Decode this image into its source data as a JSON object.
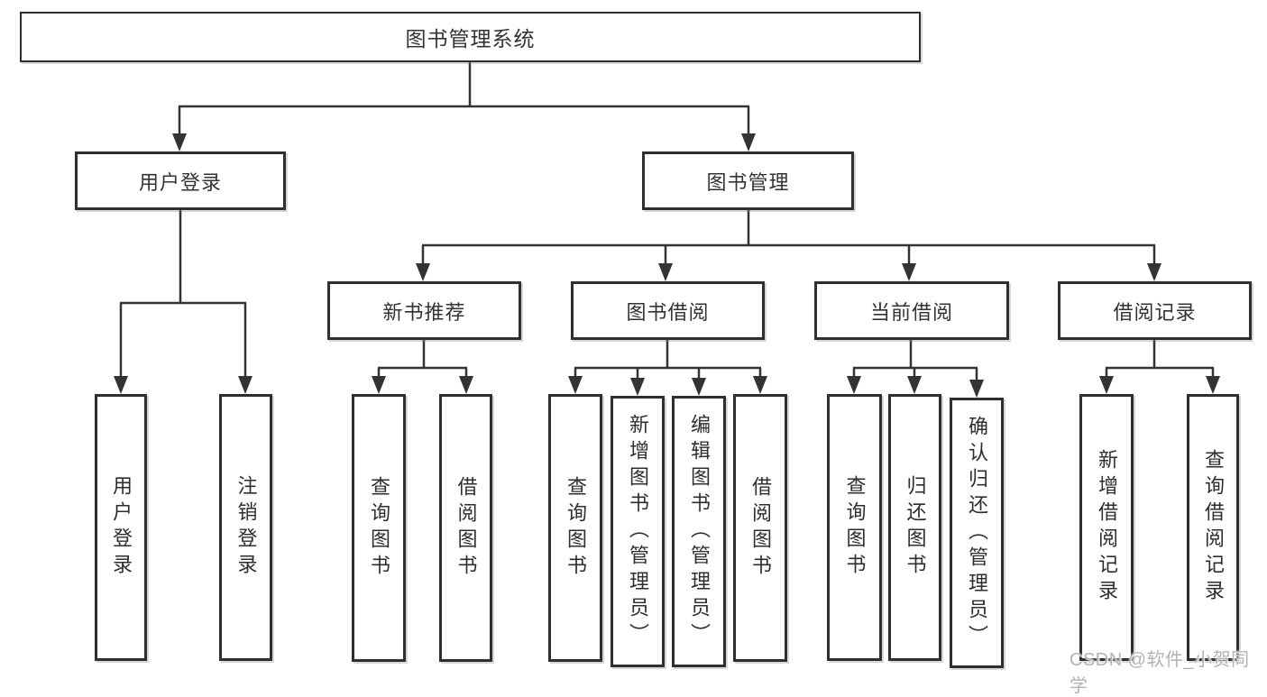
{
  "diagram": {
    "root": {
      "label": "图书管理系统"
    },
    "level2": [
      {
        "label": "用户登录"
      },
      {
        "label": "图书管理"
      }
    ],
    "level3": [
      {
        "label": "新书推荐",
        "parent": "图书管理"
      },
      {
        "label": "图书借阅",
        "parent": "图书管理"
      },
      {
        "label": "当前借阅",
        "parent": "图书管理"
      },
      {
        "label": "借阅记录",
        "parent": "图书管理"
      }
    ],
    "leaves": [
      {
        "label": "用户登录",
        "parent": "用户登录"
      },
      {
        "label": "注销登录",
        "parent": "用户登录"
      },
      {
        "label": "查询图书",
        "parent": "新书推荐"
      },
      {
        "label": "借阅图书",
        "parent": "新书推荐"
      },
      {
        "label": "查询图书",
        "parent": "图书借阅"
      },
      {
        "label": "新增图书（管理员）",
        "parent": "图书借阅"
      },
      {
        "label": "编辑图书（管理员）",
        "parent": "图书借阅"
      },
      {
        "label": "借阅图书",
        "parent": "图书借阅"
      },
      {
        "label": "查询图书",
        "parent": "当前借阅"
      },
      {
        "label": "归还图书",
        "parent": "当前借阅"
      },
      {
        "label": "确认归还（管理员）",
        "parent": "当前借阅"
      },
      {
        "label": "新增借阅记录",
        "parent": "借阅记录"
      },
      {
        "label": "查询借阅记录",
        "parent": "借阅记录"
      }
    ]
  },
  "watermark": {
    "text": "CSDN @软件_小贺同学"
  },
  "colors": {
    "line": "#333333",
    "border": "#2f2f2f",
    "text": "#2e2e2e",
    "watermark": "#b3b3b3",
    "background": "#ffffff"
  }
}
